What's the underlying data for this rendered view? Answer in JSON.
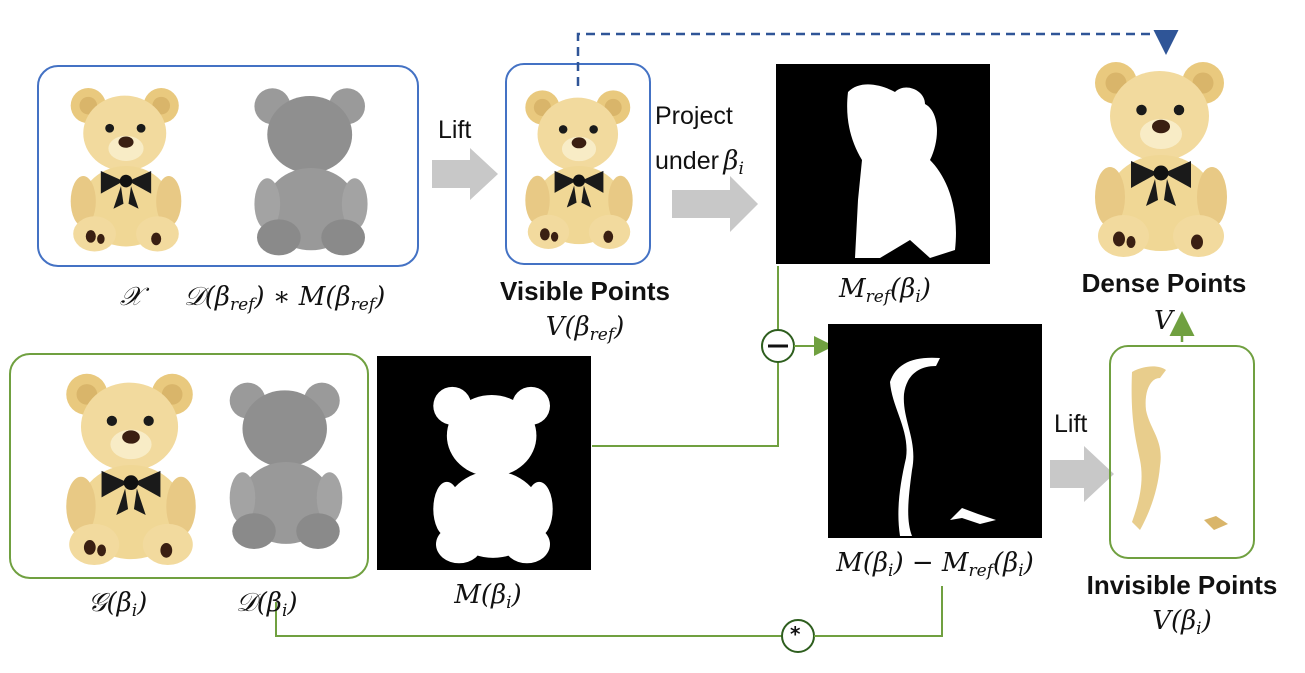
{
  "labels": {
    "lift_top": "Lift",
    "project_line1": "Project",
    "project_line2": "under",
    "project_beta": "β",
    "project_sub": "i",
    "visible_title": "Visible Points",
    "visible_math": "V(β",
    "visible_math_sub": "ref",
    "visible_math_end": ")",
    "x_symbol": "𝒳",
    "depth_ref": "𝒟(β",
    "depth_ref_sub": "ref",
    "depth_ref_mid": ") ∗ M(β",
    "depth_ref_sub2": "ref",
    "depth_ref_end": ")",
    "mref": "M",
    "mref_sub": "ref",
    "mref_end": "(β",
    "mref_sub2": "i",
    "mref_close": ")",
    "dense_title": "Dense Points",
    "dense_v": "V",
    "g_beta": "𝒢(β",
    "g_beta_sub": "i",
    "g_beta_end": ")",
    "d_beta": "𝒟(β",
    "d_beta_sub": "i",
    "d_beta_end": ")",
    "m_beta": "M(β",
    "m_beta_sub": "i",
    "m_beta_end": ")",
    "diff_a": "M(β",
    "diff_a_sub": "i",
    "diff_b": ") − M",
    "diff_b_sub": "ref",
    "diff_c": "(β",
    "diff_c_sub": "i",
    "diff_end": ")",
    "lift_bottom": "Lift",
    "invisible_title": "Invisible Points",
    "invisible_math": "V(β",
    "invisible_math_sub": "i",
    "invisible_math_end": ")",
    "minus_op": "−",
    "star_op": "*"
  },
  "colors": {
    "blue_frame": "#4472c4",
    "green_frame": "#70a040",
    "dashed_blue": "#2f5597",
    "arrow_gray": "#c8c8c8",
    "plush": "#f0d79a",
    "plush_dark": "#d9b56a",
    "bow": "#1a1a1a",
    "depth_gray": "#8c8c8c"
  },
  "icons": [
    "teddy-bear-image",
    "depth-map-image",
    "mask-image",
    "minus-operator-icon",
    "multiply-operator-icon"
  ]
}
